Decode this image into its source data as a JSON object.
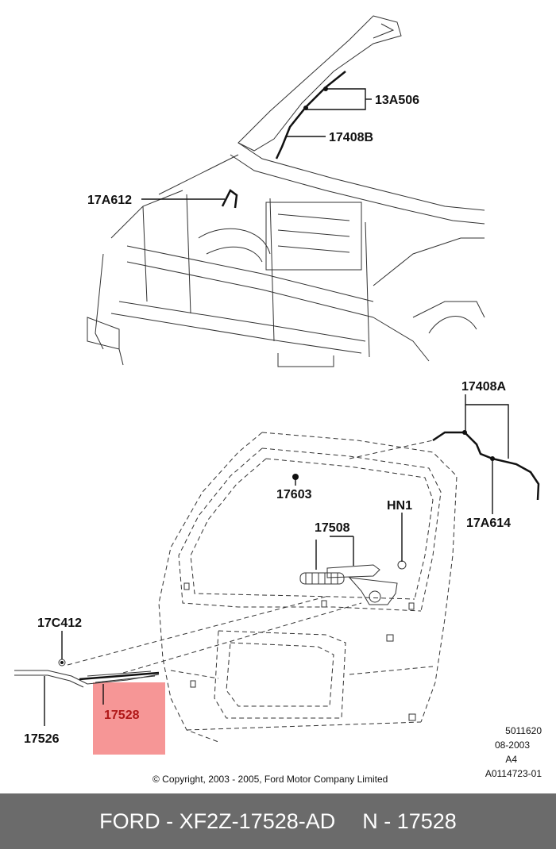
{
  "callouts": {
    "c13A506": "13A506",
    "c17408B": "17408B",
    "c17A612": "17A612",
    "c17408A": "17408A",
    "c17603": "17603",
    "cHN1": "HN1",
    "c17A614": "17A614",
    "c17508": "17508",
    "c17C412": "17C412",
    "c17528": "17528",
    "c17526": "17526"
  },
  "highlight_color": "#f47c7c",
  "label_color": "#111111",
  "info_block": [
    "5011620",
    "08-2003",
    "A4",
    "A0114723-01"
  ],
  "copyright": "© Copyright, 2003 - 2005, Ford Motor Company Limited",
  "footer": {
    "part_number": "FORD - XF2Z-17528-AD",
    "reference": "N - 17528",
    "background": "#6b6b6b"
  }
}
